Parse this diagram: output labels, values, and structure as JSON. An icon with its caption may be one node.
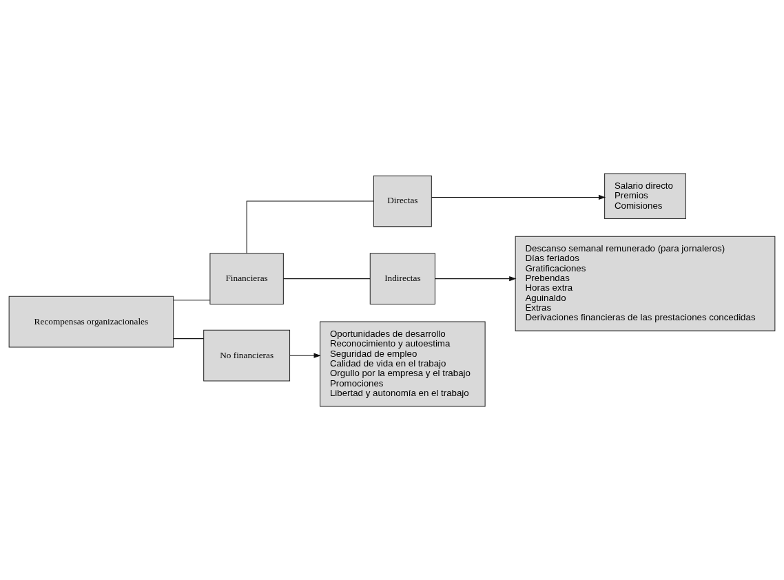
{
  "diagram": {
    "nodes": [
      {
        "text": [
          "Recompensas organizacionales"
        ]
      },
      {
        "text": [
          "Financieras"
        ]
      },
      {
        "text": [
          "Directas"
        ]
      },
      {
        "text": [
          "Salario directo",
          "Premios",
          "Comisiones"
        ]
      },
      {
        "text": [
          "Indirectas"
        ]
      },
      {
        "text": [
          "Descanso semanal remunerado (para jornaleros)",
          "Días feriados",
          "Gratificaciones",
          "Prebendas",
          "Horas extra",
          "Aguinaldo",
          "Extras",
          "Derivaciones financieras de las prestaciones concedidas"
        ]
      },
      {
        "text": [
          "No financieras"
        ]
      },
      {
        "text": [
          "Oportunidades de desarrollo",
          "Reconocimiento y autoestima",
          "Seguridad de empleo",
          "Calidad de vida en el trabajo",
          "Orgullo por la empresa y el trabajo",
          "Promociones",
          "Libertad y autonomía en el trabajo"
        ]
      }
    ],
    "edges": [
      {
        "from": 0,
        "to": 1,
        "arrow": "none"
      },
      {
        "from": 0,
        "to": 6,
        "arrow": "none"
      },
      {
        "from": 1,
        "to": 2,
        "arrow": "none"
      },
      {
        "from": 1,
        "to": 4,
        "arrow": "none"
      },
      {
        "from": 2,
        "to": 3,
        "arrow": "to"
      },
      {
        "from": 4,
        "to": 5,
        "arrow": "to"
      },
      {
        "from": 6,
        "to": 7,
        "arrow": "to"
      }
    ]
  }
}
